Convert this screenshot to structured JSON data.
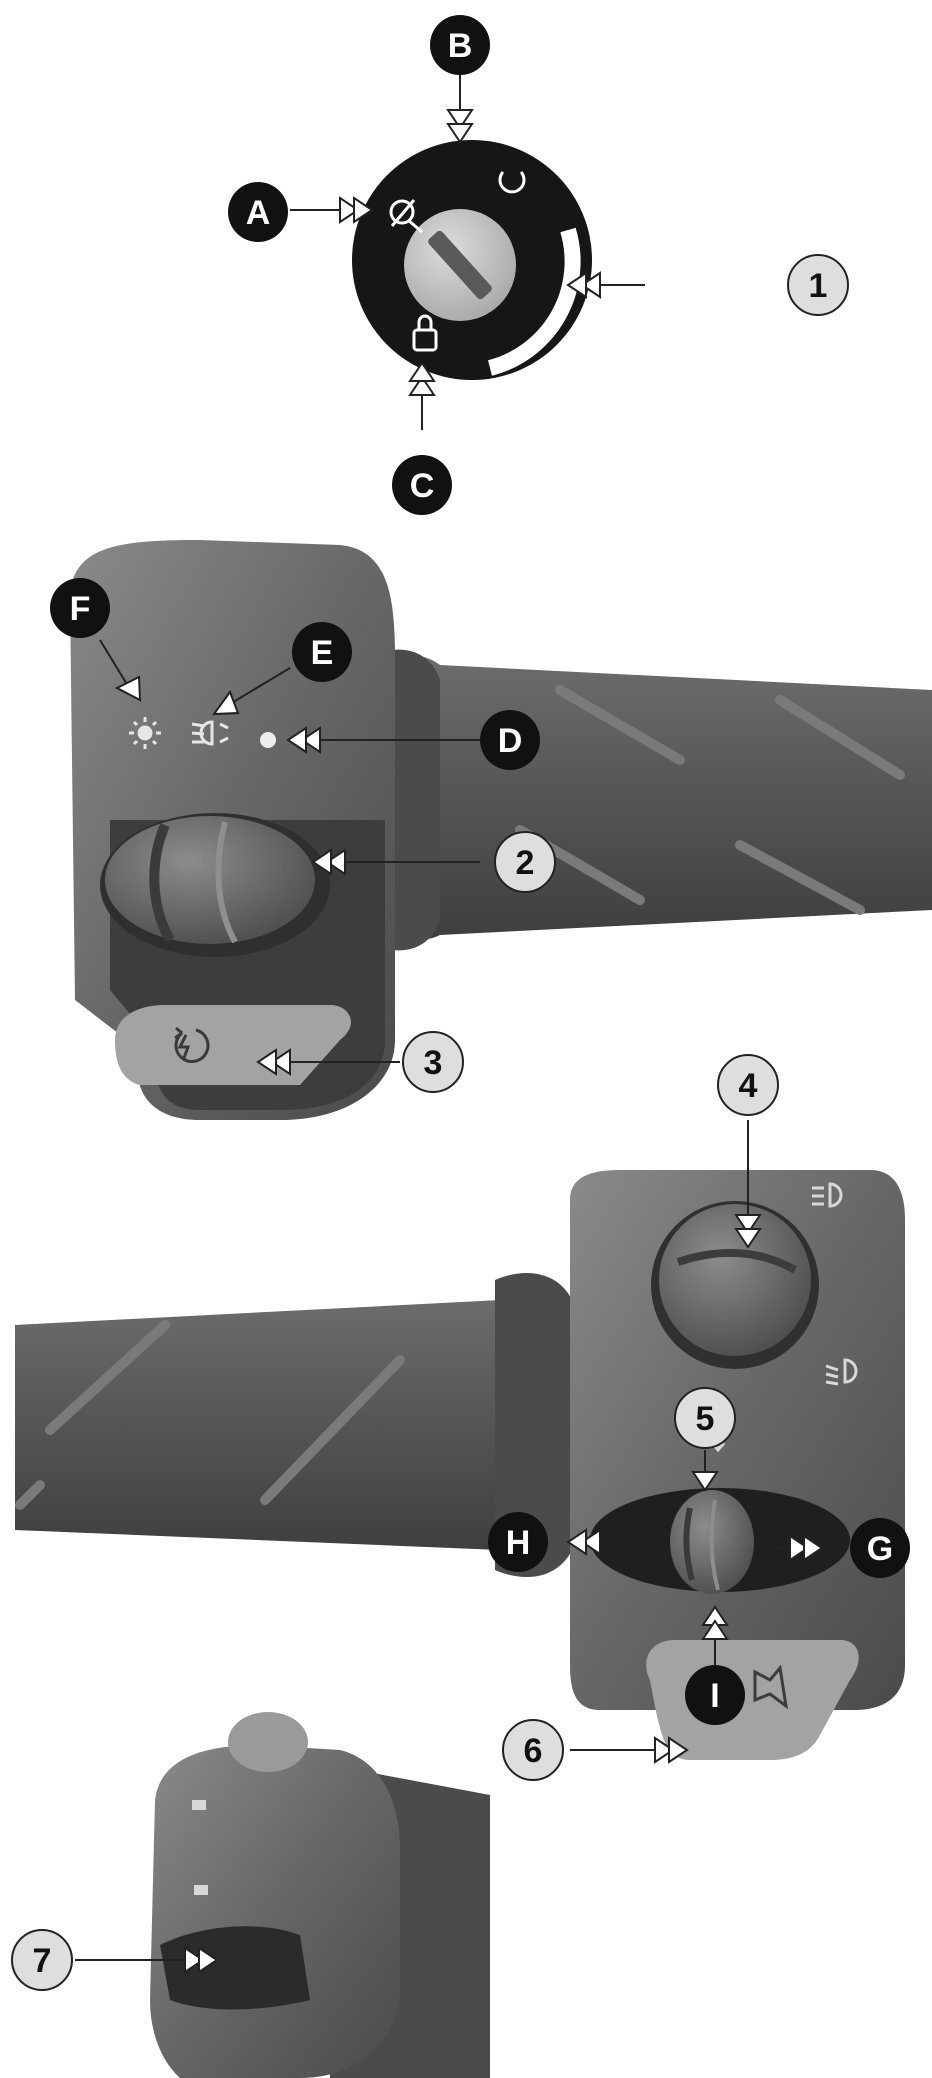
{
  "callouts": {
    "A": "A",
    "B": "B",
    "C": "C",
    "D": "D",
    "E": "E",
    "F": "F",
    "G": "G",
    "H": "H",
    "I": "I",
    "n1": "1",
    "n2": "2",
    "n3": "3",
    "n4": "4",
    "n5": "5",
    "n6": "6",
    "n7": "7"
  },
  "colors": {
    "letter_badge": "#111111",
    "number_badge": "#dedede",
    "housing": "#5f5f5f",
    "grip": "#555555",
    "key_face": "#c9c9c9"
  },
  "icons": [
    "handlebar-lock-icon",
    "ignition-off-icon",
    "padlock-icon",
    "parking-light-icon",
    "dipped-beam-icon",
    "headlight-off-dot-icon",
    "engine-start-icon",
    "high-beam-icon",
    "turn-signal-icon",
    "horn-icon"
  ]
}
